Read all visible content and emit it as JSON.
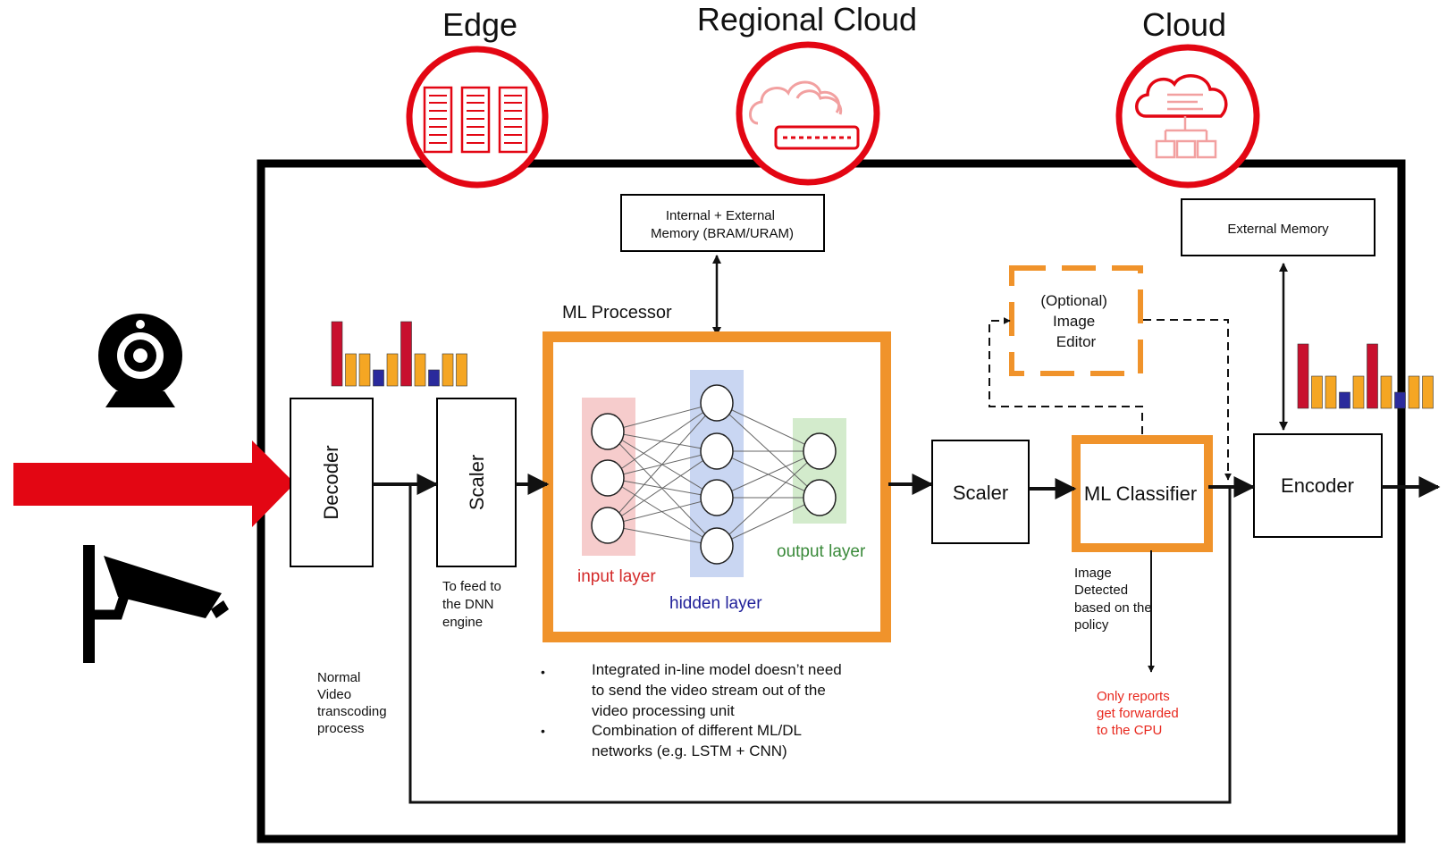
{
  "tiers": {
    "edge": "Edge",
    "regional": "Regional Cloud",
    "cloud": "Cloud"
  },
  "memory": {
    "internal_line1": "Internal + External",
    "internal_line2": "Memory (BRAM/URAM)",
    "external": "External Memory"
  },
  "blocks": {
    "decoder": "Decoder",
    "scaler1": "Scaler",
    "ml_processor": "ML Processor",
    "scaler2": "Scaler",
    "ml_classifier": "ML Classifier",
    "encoder": "Encoder",
    "image_editor_line1": "(Optional)",
    "image_editor_line2": "Image",
    "image_editor_line3": "Editor"
  },
  "nn": {
    "input_layer": "input layer",
    "hidden_layer": "hidden layer",
    "output_layer": "output layer"
  },
  "notes": {
    "feed_line1": "To feed to",
    "feed_line2": "the DNN",
    "feed_line3": "engine",
    "normal_line1": "Normal",
    "normal_line2": "Video",
    "normal_line3": "transcoding",
    "normal_line4": "process",
    "detected_line1": "Image",
    "detected_line2": "Detected",
    "detected_line3": "based on the",
    "detected_line4": "policy",
    "reports_line1": "Only reports",
    "reports_line2": "get forwarded",
    "reports_line3": "to the CPU"
  },
  "bullets": [
    {
      "line1": "Integrated in-line model doesn’t need",
      "line2": "to send the video stream out of the",
      "line3": "video processing unit"
    },
    {
      "line1": "Combination of different ML/DL",
      "line2": "networks (e.g. LSTM + CNN)"
    }
  ],
  "histogram": {
    "pattern": [
      "red",
      "orange",
      "orange",
      "blue",
      "orange",
      "red",
      "orange",
      "blue",
      "orange",
      "orange"
    ],
    "heights": [
      1.0,
      0.5,
      0.5,
      0.25,
      0.5,
      1.0,
      0.5,
      0.25,
      0.5,
      0.5
    ]
  },
  "colors": {
    "brand_red": "#e30613",
    "orange": "#f0932b",
    "bar_red": "#c8102e",
    "bar_orange": "#f5a623",
    "bar_blue": "#2a2a9c",
    "input_red": "#d42a2a",
    "hidden_blue": "#1f1f99",
    "output_green": "#3a8a3a",
    "notes_red": "#e8281e"
  },
  "icons": [
    "server-rack-icon",
    "cloud-router-icon",
    "cloud-network-icon",
    "webcam-icon",
    "security-camera-icon"
  ]
}
